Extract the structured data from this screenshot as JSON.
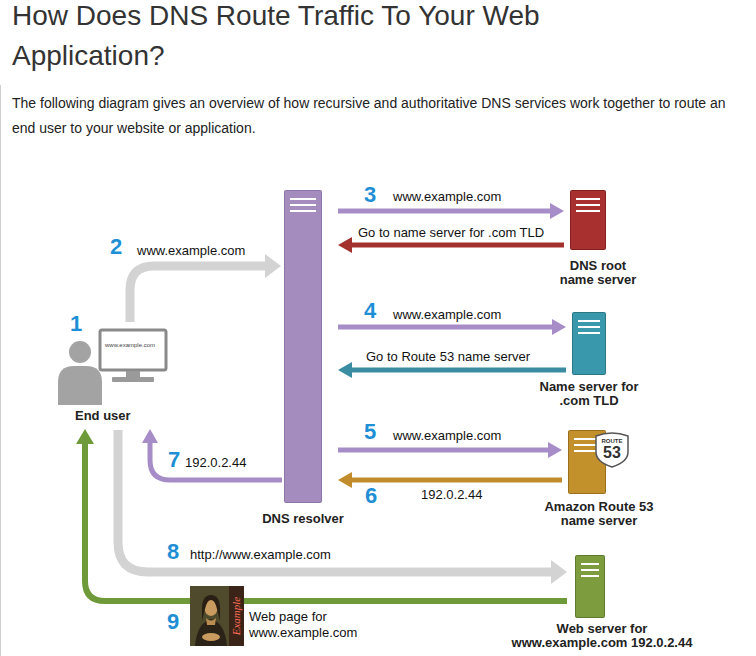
{
  "diagram": {
    "title": "How Does DNS Route Traffic To Your Web Application?",
    "caption": "The following diagram gives an overview of how recursive and authoritative DNS services work together to route an end user to your website or application.",
    "nodes": [
      {
        "text": [
          "End user"
        ]
      },
      {
        "text": [
          "DNS resolver"
        ]
      },
      {
        "text": [
          "DNS root name server"
        ]
      },
      {
        "text": [
          "Name server for .com TLD"
        ]
      },
      {
        "text": [
          "Amazon Route 53 name server"
        ]
      },
      {
        "text": [
          "Web server for www.example.com 192.0.2.44"
        ]
      }
    ],
    "edges": [
      {
        "from": 0,
        "to": 1,
        "label": "www.example.com",
        "arrow": "to"
      },
      {
        "from": 1,
        "to": 2,
        "label": "www.example.com",
        "arrow": "to"
      },
      {
        "from": 2,
        "to": 1,
        "label": "Go to name server for .com TLD",
        "arrow": "to"
      },
      {
        "from": 1,
        "to": 3,
        "label": "www.example.com",
        "arrow": "to"
      },
      {
        "from": 3,
        "to": 1,
        "label": "Go to Route 53 name server",
        "arrow": "to"
      },
      {
        "from": 1,
        "to": 4,
        "label": "www.example.com",
        "arrow": "to"
      },
      {
        "from": 4,
        "to": 1,
        "label": "192.0.2.44",
        "arrow": "to"
      },
      {
        "from": 1,
        "to": 0,
        "label": "192.0.2.44",
        "arrow": "to"
      },
      {
        "from": 0,
        "to": 5,
        "label": "http://www.example.com",
        "arrow": "to"
      },
      {
        "from": 5,
        "to": 0,
        "label": "Web page for www.example.com",
        "arrow": "to"
      }
    ],
    "labels": [
      "1",
      "2",
      "3",
      "4",
      "5",
      "6",
      "7",
      "8",
      "9",
      "www.example.com",
      "ROUTE",
      "53",
      "Example"
    ]
  }
}
